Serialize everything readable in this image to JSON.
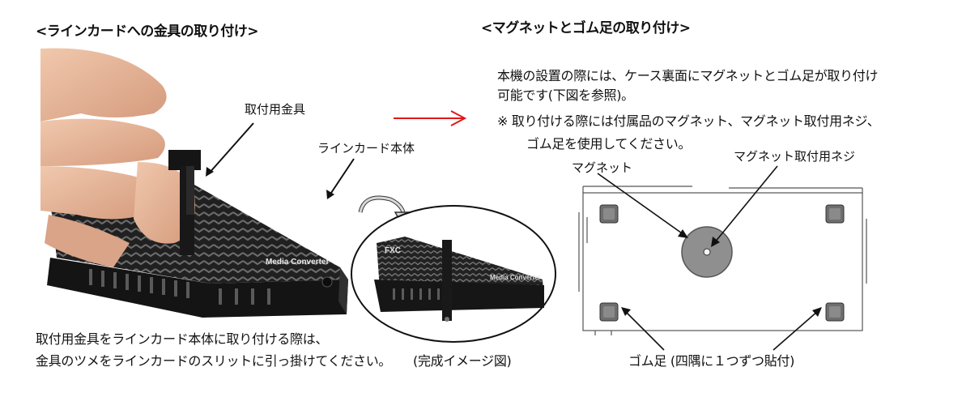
{
  "left": {
    "heading": "<ラインカードへの金具の取り付け>",
    "callout_bracket": "取付用金具",
    "callout_body": "ラインカード本体",
    "photo_label": "Media Converter",
    "inset_label": "Media Converter",
    "inset_logo": "FXC",
    "caption_line1": "取付用金具をラインカード本体に取り付ける際は、",
    "caption_line2": "金具のツメをラインカードのスリットに引っ掛けてください。",
    "complete_image_label": "(完成イメージ図)"
  },
  "right": {
    "heading": "<マグネットとゴム足の取り付け>",
    "intro_line1": "本機の設置の際には、ケース裏面にマグネットとゴム足が取り付け",
    "intro_line2": "可能です(下図を参照)。",
    "note_line1": "※  取り付ける際には付属品のマグネット、マグネット取付用ネジ、",
    "note_line2": "ゴム足を使用してください。",
    "callout_magnet": "マグネット",
    "callout_screw": "マグネット取付用ネジ",
    "callout_feet": "ゴム足 (四隅に１つずつ貼付)"
  },
  "colors": {
    "arrow_red": "#e01818",
    "device_dark": "#1d1d1d",
    "magnet_gray": "#8f8f8f",
    "feet_gray": "#7b7b7b"
  },
  "icons": {
    "right_arrow": "red-right-arrow-icon",
    "rotate": "rotate-arrow-icon"
  }
}
